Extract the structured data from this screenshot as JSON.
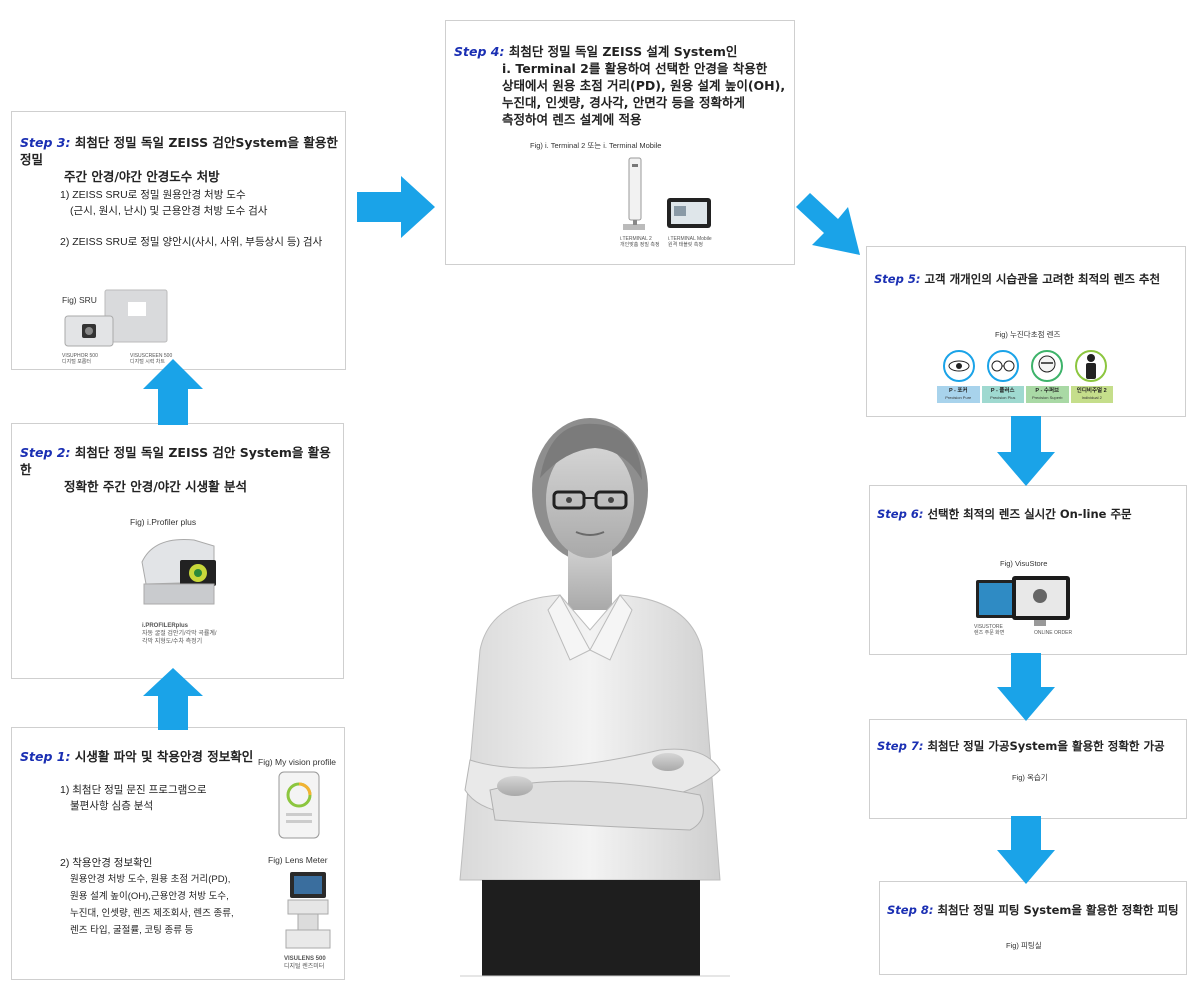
{
  "steps": {
    "step1": {
      "label": "Step 1:",
      "title": "시생활 파악 및 착용안경 정보확인",
      "item1_line1": "1) 최첨단 정밀 문진 프로그램으로",
      "item1_line2": "불편사항 심층 분석",
      "item2_line1": "2) 착용안경 정보확인",
      "item2_line2": "원용안경 처방 도수, 원용 초점 거리(PD),",
      "item2_line3": "원용 설계 높이(OH),근용안경 처방 도수,",
      "item2_line4": "누진대, 인셋량, 렌즈 제조회사, 렌즈 종류,",
      "item2_line5": "렌즈 타입, 굴절률, 코팅 종류 등",
      "fig1": "Fig) My vision profile",
      "fig2": "Fig) Lens Meter",
      "fig2_cap1": "VISULENS 500",
      "fig2_cap2": "디지털 렌즈미터"
    },
    "step2": {
      "label": "Step 2:",
      "title_line1": "최첨단 정밀 독일 ZEISS 검안 System을 활용한",
      "title_line2": "정확한 주간 안경/야간 시생활 분석",
      "fig": "Fig) i.Profiler plus",
      "cap1": "i.PROFILERplus",
      "cap2": "자동 굴절 검안기/각막 곡률계/",
      "cap3": "각막 지형도/수차 측정기"
    },
    "step3": {
      "label": "Step 3:",
      "title_line1": "최첨단 정밀 독일 ZEISS 검안System을 활용한 정밀",
      "title_line2": "주간 안경/야간 안경도수 처방",
      "item1_line1": "1) ZEISS SRU로 정밀 원용안경 처방 도수",
      "item1_line2": "(근시, 원시, 난시) 및 근용안경 처방 도수 검사",
      "item2": "2) ZEISS SRU로 정밀 양안시(사시, 사위, 부등상시 등) 검사",
      "fig": "Fig) SRU",
      "cap_a1": "VISUPHOR 500",
      "cap_a2": "디지털 포롭터",
      "cap_b1": "VISUSCREEN 500",
      "cap_b2": "디지털 시력 차트"
    },
    "step4": {
      "label": "Step 4:",
      "title_line1": "최첨단 정밀 독일 ZEISS 설계 System인",
      "title_line2": "i. Terminal 2를 활용하여 선택한 안경을 착용한",
      "title_line3": "상태에서 원용 초점 거리(PD), 원용 설계 높이(OH),",
      "title_line4": "누진대, 인셋량, 경사각, 안면각 등을 정확하게",
      "title_line5": "측정하여 렌즈 설계에 적용",
      "fig": "Fig) i. Terminal 2 또는 i. Terminal Mobile",
      "cap_a1": "i.TERMINAL 2",
      "cap_a2": "개인맞춤 정밀 측정",
      "cap_b1": "i.TERMINAL Mobile",
      "cap_b2": "원격 태블릿 측정"
    },
    "step5": {
      "label": "Step 5:",
      "title": "고객 개개인의 시습관을 고려한 최적의 렌즈 추천",
      "fig": "Fig) 누진다초점 렌즈",
      "lenses": [
        {
          "name": "P - 포커",
          "sub": "Precision Pure",
          "color": "#a8d3ec"
        },
        {
          "name": "P - 플러스",
          "sub": "Precision Plus",
          "color": "#9fd9d0"
        },
        {
          "name": "P - 수퍼브",
          "sub": "Precision Superb",
          "color": "#a9d9a5"
        },
        {
          "name": "인디비주얼 2",
          "sub": "Individual 2",
          "color": "#c5de8b"
        }
      ]
    },
    "step6": {
      "label": "Step 6:",
      "title": "선택한 최적의 렌즈  실시간 On-line 주문",
      "fig": "Fig) VisuStore",
      "cap_a1": "VISUSTORE",
      "cap_a2": "렌즈 주문 화면",
      "cap_b": "ONLINE ORDER"
    },
    "step7": {
      "label": "Step 7:",
      "title": "최첨단 정밀 가공System을 활용한 정확한 가공",
      "fig": "Fig) 옥습기"
    },
    "step8": {
      "label": "Step 8:",
      "title": "최첨단 정밀 피팅 System을 활용한 정확한 피팅",
      "fig": "Fig) 피팅실"
    }
  },
  "colors": {
    "arrow": "#1aa3e8",
    "step_label": "#1a2fb3",
    "border": "#cfcfcf"
  },
  "icons": [
    "arrow-up-icon",
    "arrow-right-icon",
    "arrow-down-icon",
    "arrow-diagonal-icon"
  ]
}
